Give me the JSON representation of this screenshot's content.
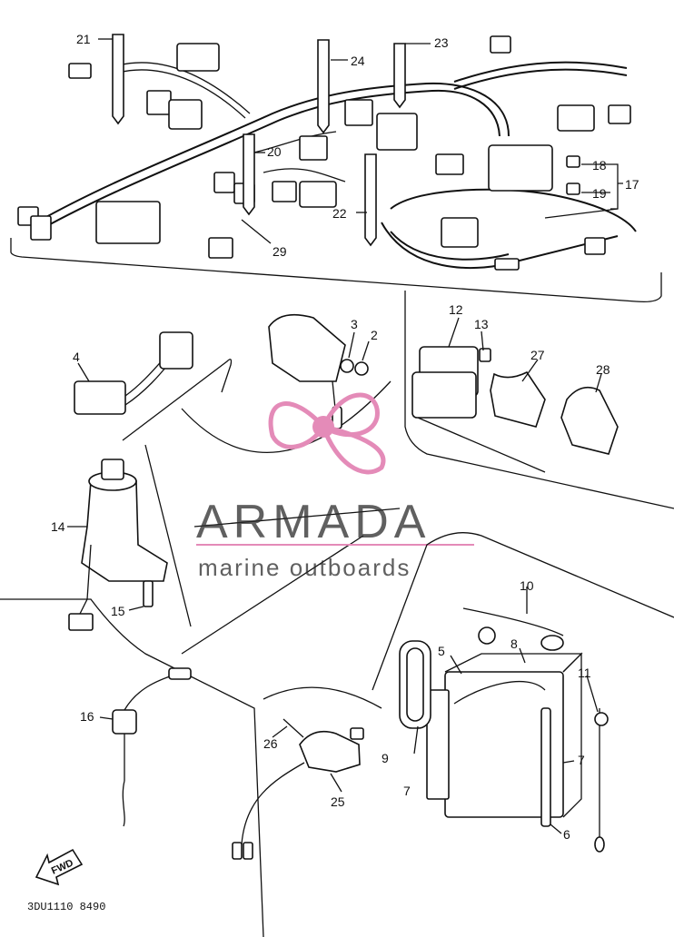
{
  "callouts": {
    "c2": "2",
    "c3": "3",
    "c4": "4",
    "c5": "5",
    "c6": "6",
    "c7a": "7",
    "c7b": "7",
    "c8": "8",
    "c9": "9",
    "c10": "10",
    "c11": "11",
    "c12": "12",
    "c13": "13",
    "c14": "14",
    "c15": "15",
    "c16": "16",
    "c17": "17",
    "c18": "18",
    "c19": "19",
    "c20": "20",
    "c21": "21",
    "c22": "22",
    "c23": "23",
    "c24": "24",
    "c25": "25",
    "c26": "26",
    "c27": "27",
    "c28": "28",
    "c29": "29"
  },
  "watermark": {
    "title": "ARMADA",
    "subtitle": "marine outboards",
    "logo_color": "#e48bb8"
  },
  "direction_label": "FWD",
  "drawing_code": "3DU1110 8490"
}
